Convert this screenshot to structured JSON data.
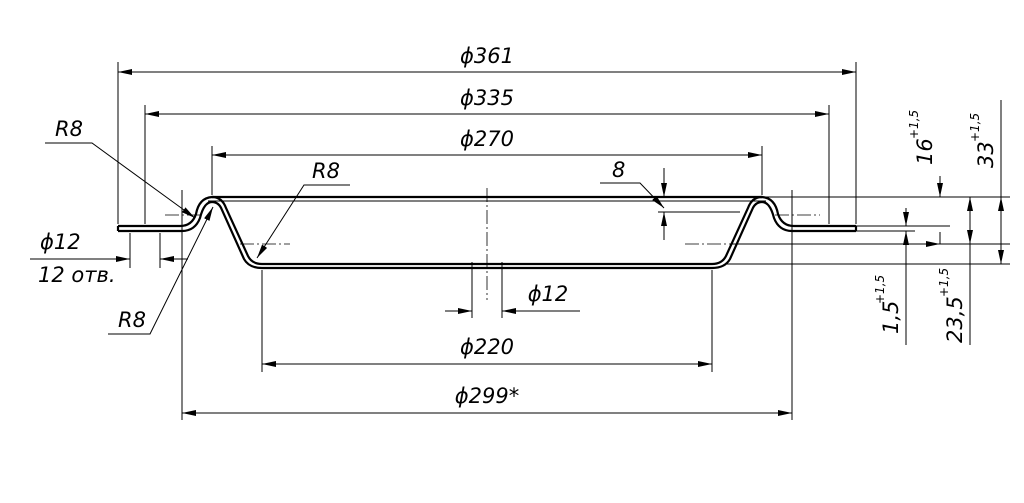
{
  "dimensions": {
    "d361": "ϕ361",
    "d335": "ϕ335",
    "d270": "ϕ270",
    "d220": "ϕ220",
    "d299": "ϕ299*",
    "d12_hole": "ϕ12",
    "d12_left": "ϕ12",
    "holes_count": "12 отв.",
    "r8_upper_left": "R8",
    "r8_mid": "R8",
    "r8_lower_left": "R8",
    "wall_8": "8",
    "h16": "16",
    "h16_tol": "+1,5",
    "h33": "33",
    "h33_tol": "+1,5",
    "h1_5": "1,5",
    "h1_5_tol": "+1,5",
    "h23_5": "23,5",
    "h23_5_tol": "+1,5"
  }
}
